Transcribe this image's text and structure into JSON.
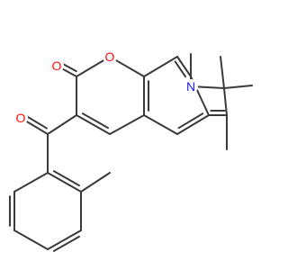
{
  "colors": {
    "bond": "#3a3a3a",
    "oxygen": "#ff0d0d",
    "nitrogen": "#1a1aff",
    "background": "#ffffff"
  },
  "molecule": {
    "atoms": {
      "o_carbonyl": {
        "label": "O"
      },
      "o_ring": {
        "label": "O"
      },
      "n_ring": {
        "label": "N"
      },
      "o_ketone": {
        "label": "O"
      }
    }
  }
}
